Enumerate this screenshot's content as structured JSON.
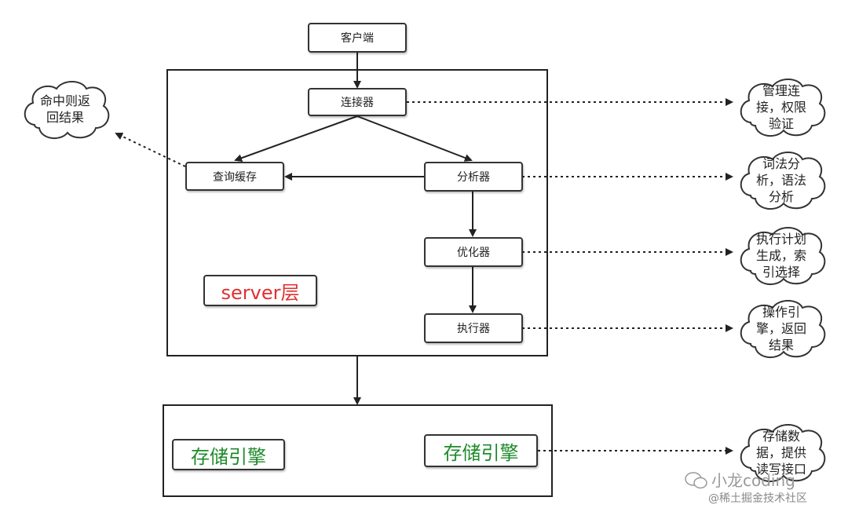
{
  "nodes": {
    "client": "客户端",
    "connector": "连接器",
    "query_cache": "查询缓存",
    "analyzer": "分析器",
    "optimizer": "优化器",
    "executor": "执行器"
  },
  "layers": {
    "server_label": "server层",
    "storage_label_left": "存储引擎",
    "storage_label_right": "存储引擎"
  },
  "notes": {
    "cache_hit": "命中则返回结果",
    "connector_note": "管理连接，权限验证",
    "analyzer_note": "词法分析，语法分析",
    "optimizer_note": "执行计划生成，索引选择",
    "executor_note": "操作引擎，返回结果",
    "storage_note": "存储数据，提供读写接口"
  },
  "watermark": {
    "author": "小龙coding",
    "community": "@稀土掘金技术社区"
  },
  "colors": {
    "server_label": "#e03030",
    "storage_label": "#1f8b2c",
    "stroke": "#222222"
  }
}
